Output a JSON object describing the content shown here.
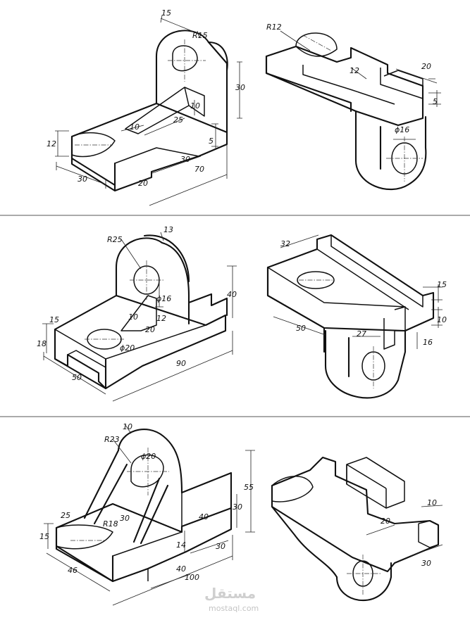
{
  "panels": [
    {
      "left": {
        "labels": [
          "15",
          "R15",
          "30",
          "10",
          "25",
          "10",
          "12",
          "30",
          "20",
          "30",
          "70",
          "5"
        ]
      },
      "right": {
        "labels": [
          "R12",
          "12",
          "20",
          "5",
          "ϕ16"
        ]
      }
    },
    {
      "left": {
        "labels": [
          "R25",
          "13",
          "ϕ16",
          "40",
          "10",
          "12",
          "20",
          "15",
          "18",
          "ϕ20",
          "90",
          "50"
        ]
      },
      "right": {
        "labels": [
          "32",
          "15",
          "10",
          "50",
          "27",
          "16"
        ]
      }
    },
    {
      "left": {
        "labels": [
          "R23",
          "10",
          "ϕ20",
          "55",
          "30",
          "40",
          "25",
          "30",
          "R18",
          "15",
          "14",
          "40",
          "30",
          "46",
          "100"
        ]
      },
      "right": {
        "labels": [
          "10",
          "20",
          "30"
        ]
      }
    }
  ],
  "watermark": {
    "brand": "مستقل",
    "url": "mostaql.com"
  }
}
